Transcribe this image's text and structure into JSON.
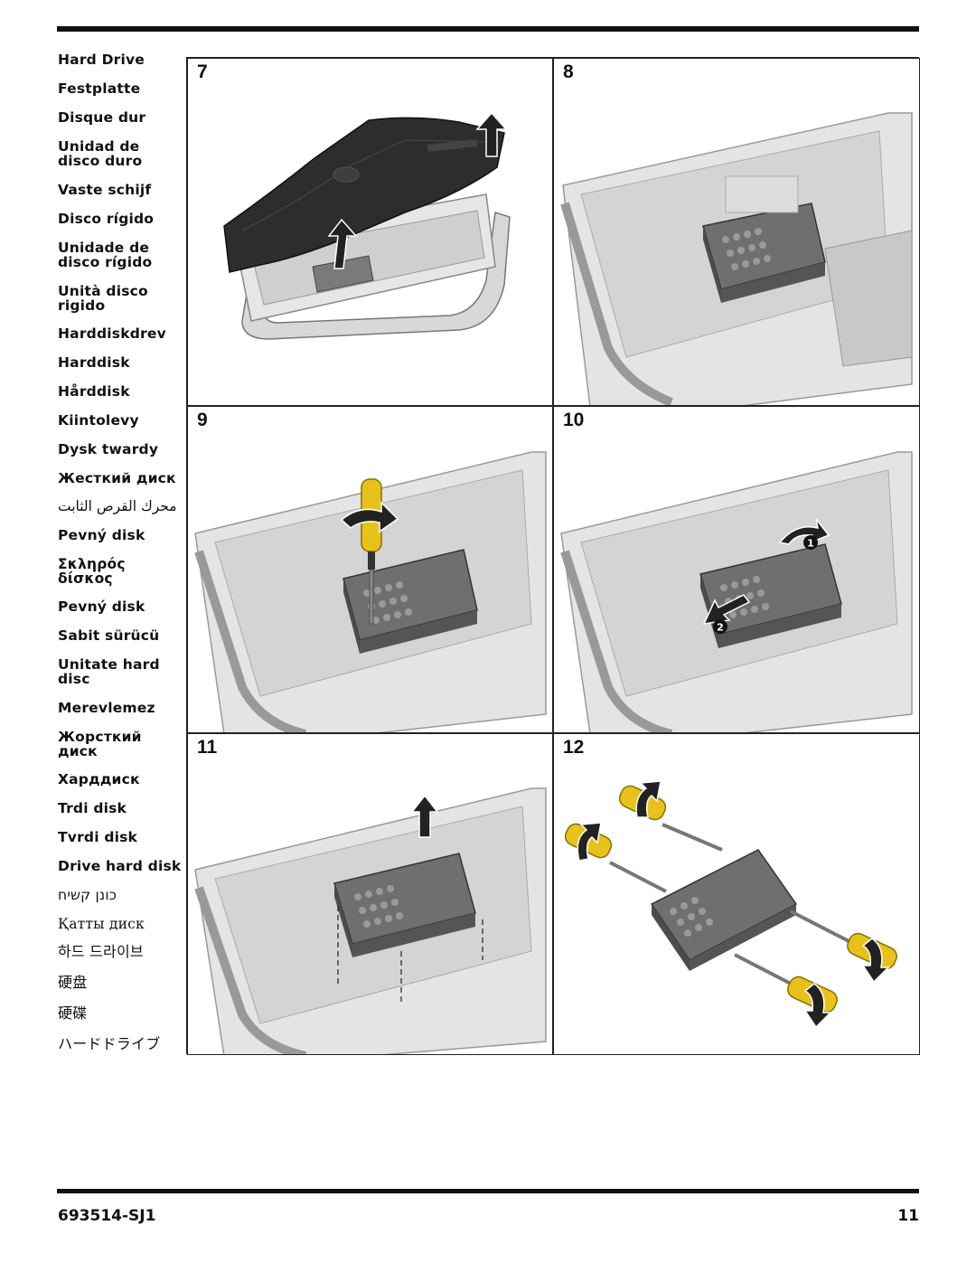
{
  "languages": [
    "Hard Drive",
    "Festplatte",
    "Disque dur",
    "Unidad de\ndisco duro",
    "Vaste schijf",
    "Disco rígido",
    "Unidade de\ndisco rígido",
    "Unità disco\nrigido",
    "Harddiskdrev",
    "Harddisk",
    "Hårddisk",
    "Kiintolevy",
    "Dysk twardy",
    "Жесткий диск",
    "محرك القرص الثابت",
    "Pevný disk",
    "Σκληρός\nδίσκος",
    "Pevný disk",
    "Sabit sürücü",
    "Unitate hard\ndisc",
    "Merevlemez",
    "Жорсткий\nдиск",
    "Харддиск",
    "Trdi disk",
    "Tvrdi disk",
    "Drive hard disk",
    "כונן קשיח",
    "Қатты диск",
    "하드 드라이브",
    "硬盘",
    "硬碟",
    "ハードドライブ"
  ],
  "steps": [
    "7",
    "8",
    "9",
    "10",
    "11",
    "12"
  ],
  "callouts": {
    "one": "1",
    "two": "2"
  },
  "footer": {
    "doc_number": "693514-SJ1",
    "page_number": "11"
  },
  "icons": [
    "lift-arrow-icon",
    "screwdriver-icon",
    "slide-arrow-icon",
    "callout-1-icon",
    "callout-2-icon"
  ]
}
